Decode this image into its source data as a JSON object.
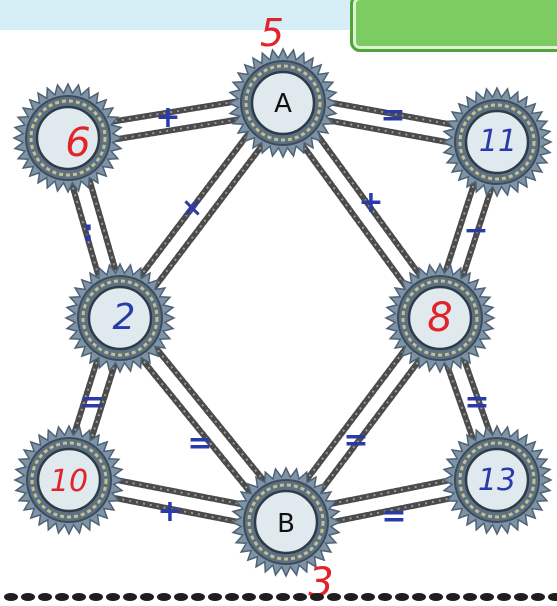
{
  "colors": {
    "red_ink": "#e0242a",
    "blue_ink": "#2a3aa8",
    "chain": "#4b4b4b",
    "gear_teeth": "#7e93a6",
    "gear_inner": "#dfe9ee",
    "green_tab": "#7ccc62",
    "top_strip": "#d6eef5"
  },
  "icons": [
    "gear-icon",
    "chain-icon"
  ],
  "puzzle": {
    "gears": [
      {
        "id": "A",
        "label": "A",
        "value": "5",
        "value_color": "red"
      },
      {
        "id": "B",
        "label": "B",
        "value": "3",
        "value_color": "red"
      },
      {
        "id": "TL",
        "label": "6",
        "value_color": "red"
      },
      {
        "id": "TR",
        "label": "11",
        "value_color": "blue"
      },
      {
        "id": "ML",
        "label": "2",
        "value_color": "blue"
      },
      {
        "id": "MR",
        "label": "8",
        "value_color": "red"
      },
      {
        "id": "BL",
        "label": "10",
        "value_color": "red"
      },
      {
        "id": "BR",
        "label": "13",
        "value_color": "blue"
      }
    ],
    "operators": [
      {
        "between": "TL-A",
        "symbol": "+"
      },
      {
        "between": "A-TR",
        "symbol": "="
      },
      {
        "between": "TL-ML",
        "symbol": ":"
      },
      {
        "between": "A-ML",
        "symbol": "×"
      },
      {
        "between": "A-MR",
        "symbol": "+"
      },
      {
        "between": "TR-MR",
        "symbol": "−"
      },
      {
        "between": "ML-BL",
        "symbol": "="
      },
      {
        "between": "MR-BR",
        "symbol": "="
      },
      {
        "between": "ML-B",
        "symbol": "="
      },
      {
        "between": "MR-B",
        "symbol": "="
      },
      {
        "between": "BL-B",
        "symbol": "+"
      },
      {
        "between": "B-BR",
        "symbol": "="
      }
    ]
  }
}
